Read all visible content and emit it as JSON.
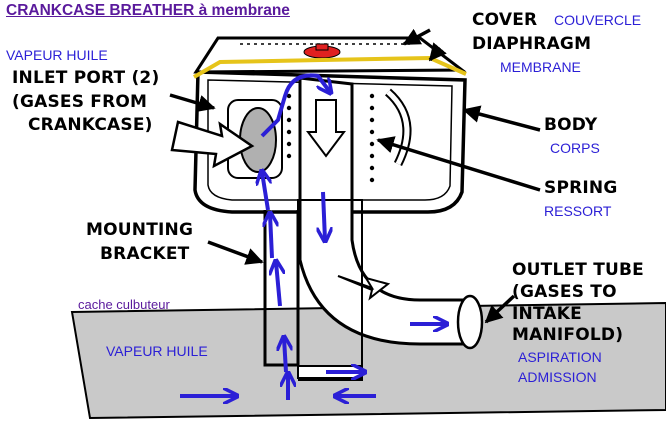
{
  "title": "CRANKCASE BREATHER à membrane",
  "labels_en": {
    "cover": "COVER",
    "diaphragm": "DIAPHRAGM",
    "inlet_port": "INLET PORT (2)",
    "inlet_gases_1": "(GASES FROM",
    "inlet_gases_2": "CRANKCASE)",
    "body": "BODY",
    "spring": "SPRING",
    "mounting_1": "MOUNTING",
    "mounting_2": "BRACKET",
    "outlet_1": "OUTLET TUBE",
    "outlet_2": "(GASES TO",
    "outlet_3": "INTAKE",
    "outlet_4": "MANIFOLD)"
  },
  "labels_fr": {
    "couvercle": "COUVERCLE",
    "membrane": "MEMBRANE",
    "vapeur_huile_top": "VAPEUR HUILE",
    "corps": "CORPS",
    "ressort": "RESSORT",
    "cache_culbuteur": "cache culbuteur",
    "vapeur_huile_bottom": "VAPEUR HUILE",
    "aspiration": "ASPIRATION",
    "admission": "ADMISSION"
  },
  "colors": {
    "french_label": "#2b1fd6",
    "title": "#5a1a9c",
    "flow_arrows": "#2b1fd6",
    "diaphragm_line": "#e6c41a",
    "valve": "#e02020",
    "rocker_cover": "#c9c9c9",
    "outline": "#000000"
  }
}
